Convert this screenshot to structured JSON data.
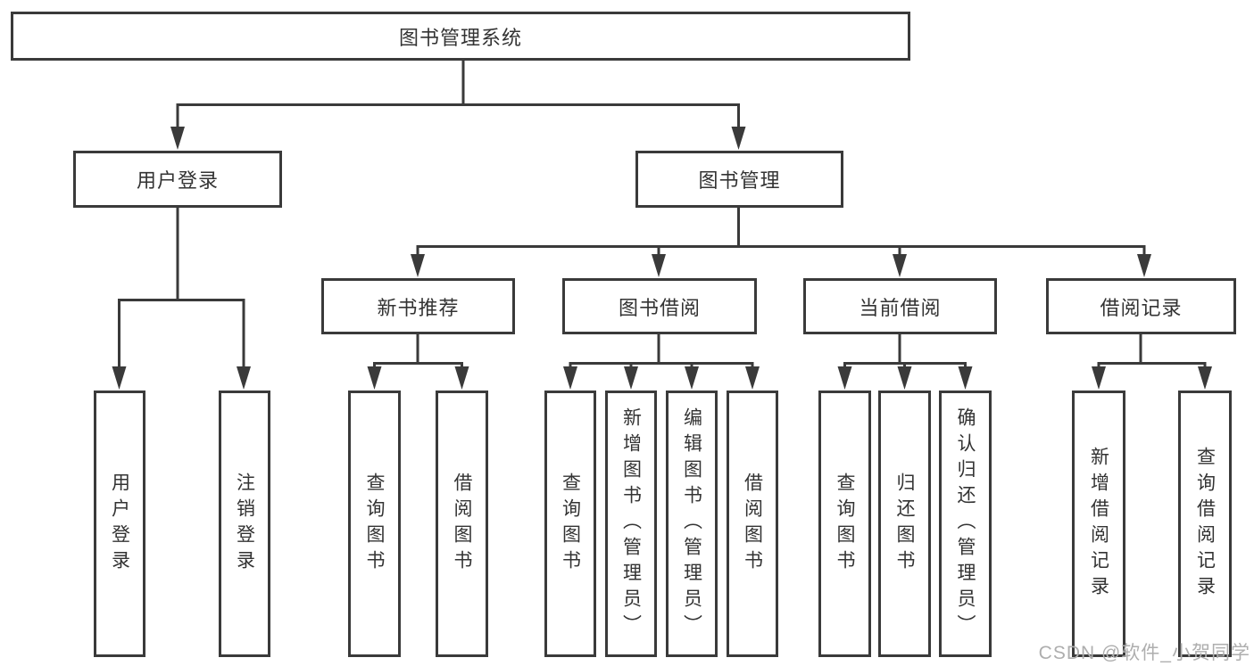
{
  "diagram": {
    "root": {
      "label": "图书管理系统"
    },
    "branches": [
      {
        "label": "用户登录",
        "children": [
          {
            "label": "用户登录"
          },
          {
            "label": "注销登录"
          }
        ]
      },
      {
        "label": "图书管理",
        "children": [
          {
            "label": "新书推荐",
            "children": [
              {
                "label": "查询图书"
              },
              {
                "label": "借阅图书"
              }
            ]
          },
          {
            "label": "图书借阅",
            "children": [
              {
                "label": "查询图书"
              },
              {
                "label": "新增图书（管理员）"
              },
              {
                "label": "编辑图书（管理员）"
              },
              {
                "label": "借阅图书"
              }
            ]
          },
          {
            "label": "当前借阅",
            "children": [
              {
                "label": "查询图书"
              },
              {
                "label": "归还图书"
              },
              {
                "label": "确认归还（管理员）"
              }
            ]
          },
          {
            "label": "借阅记录",
            "children": [
              {
                "label": "新增借阅记录"
              },
              {
                "label": "查询借阅记录"
              }
            ]
          }
        ]
      }
    ]
  },
  "watermark": {
    "text": "CSDN @软件_小贺同学"
  },
  "colors": {
    "line": "#3a3a3a",
    "box_border": "#3a3a3a",
    "box_background": "#ffffff",
    "text": "#333333",
    "page_background": "#ffffff",
    "watermark": "#aeaeae"
  }
}
